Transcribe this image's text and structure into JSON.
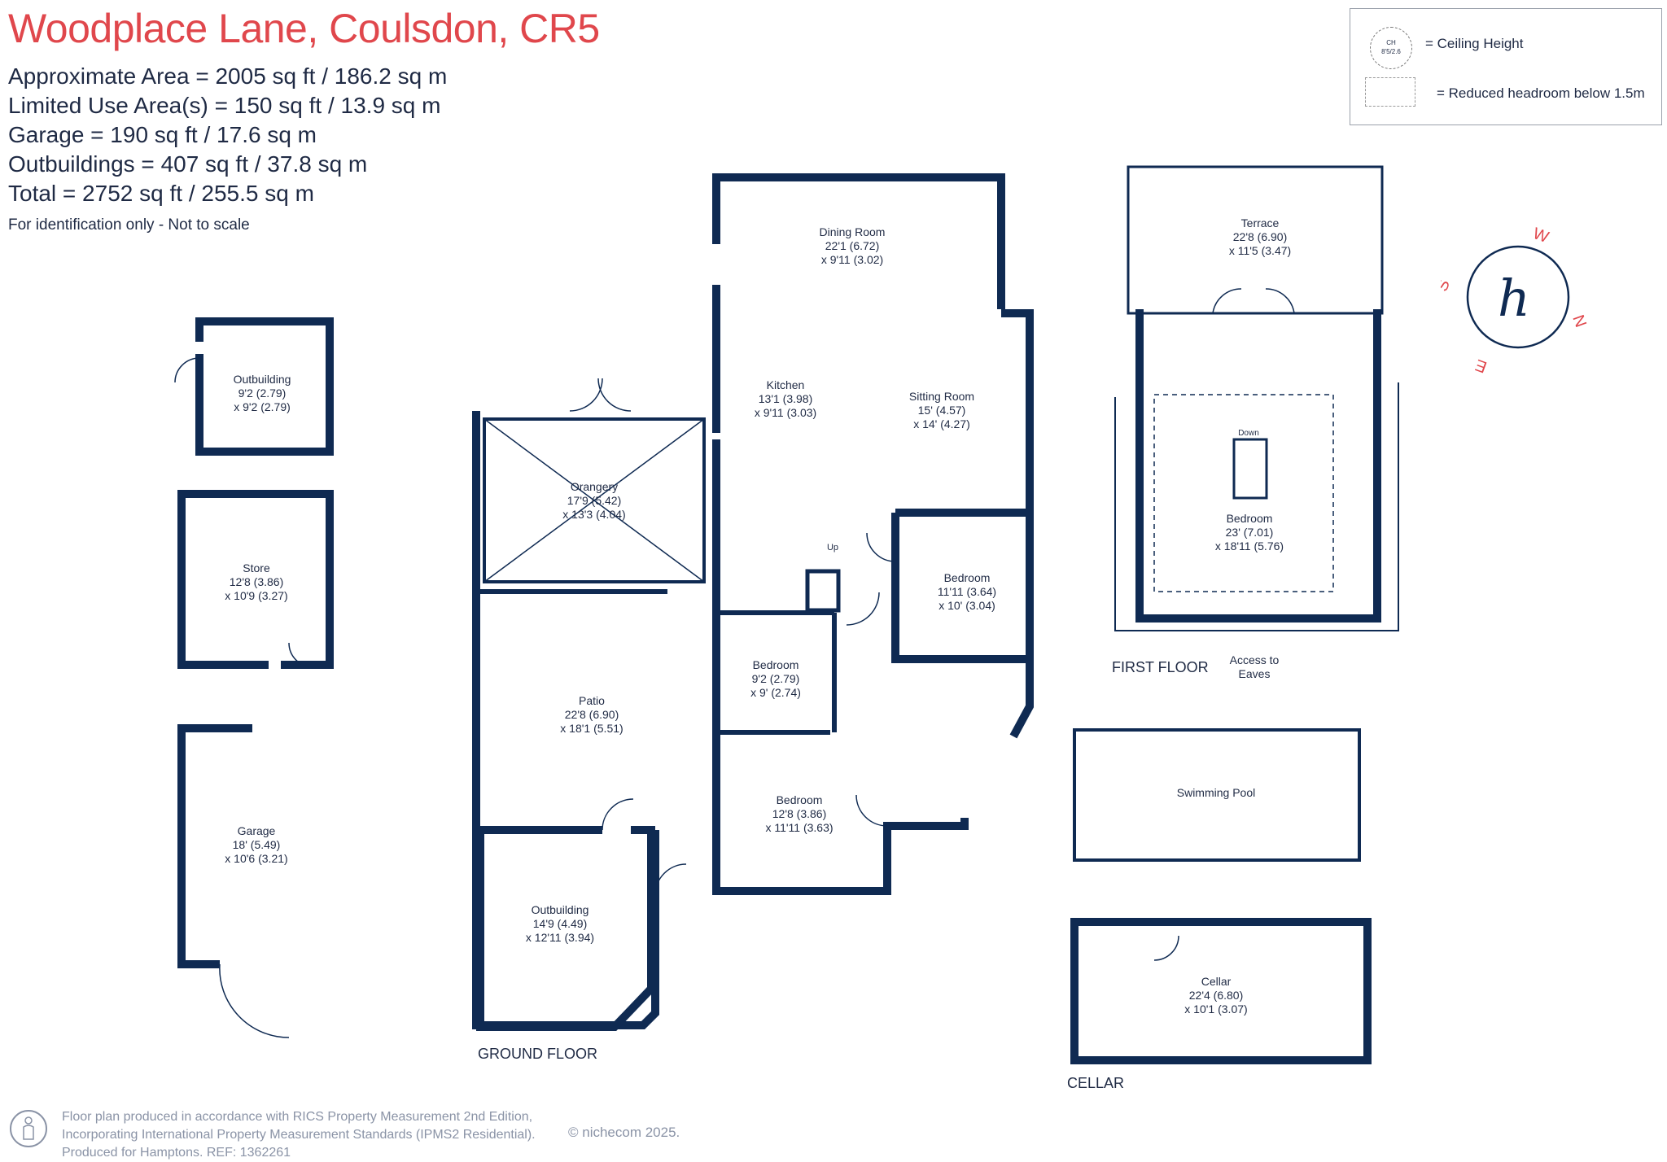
{
  "header": {
    "title": "Woodplace Lane, Coulsdon, CR5",
    "areas": [
      "Approximate Area = 2005 sq ft / 186.2 sq m",
      "Limited Use Area(s) = 150 sq ft / 13.9 sq m",
      "Garage = 190 sq ft / 17.6 sq m",
      "Outbuildings = 407 sq ft / 37.8 sq m",
      "Total = 2752 sq ft / 255.5 sq m"
    ],
    "note": "For identification only - Not to scale"
  },
  "legend": {
    "ceiling_badge": "CH\n8'5/2.6",
    "ceiling_label": "= Ceiling Height",
    "reduced_label": "= Reduced headroom below 1.5m"
  },
  "compass": {
    "center": "h",
    "n": "N",
    "e": "E",
    "s": "S",
    "w": "W"
  },
  "ground_floor": {
    "label": "GROUND FLOOR",
    "rooms": [
      {
        "name": "Dining Room",
        "w": "22'1 (6.72)",
        "d": "x 9'11 (3.02)"
      },
      {
        "name": "Kitchen",
        "w": "13'1 (3.98)",
        "d": "x 9'11 (3.03)"
      },
      {
        "name": "Sitting Room",
        "w": "15' (4.57)",
        "d": "x 14' (4.27)"
      },
      {
        "name": "Orangery",
        "w": "17'9 (5.42)",
        "d": "x 13'3 (4.04)"
      },
      {
        "name": "Bedroom",
        "w": "11'11 (3.64)",
        "d": "x 10' (3.04)"
      },
      {
        "name": "Bedroom",
        "w": "9'2 (2.79)",
        "d": "x 9' (2.74)"
      },
      {
        "name": "Bedroom",
        "w": "12'8 (3.86)",
        "d": "x 11'11 (3.63)"
      },
      {
        "name": "Patio",
        "w": "22'8 (6.90)",
        "d": "x 18'1 (5.51)"
      },
      {
        "name": "Outbuilding",
        "w": "14'9 (4.49)",
        "d": "x 12'11 (3.94)"
      }
    ],
    "stairs_label": "Up"
  },
  "outbuildings": [
    {
      "name": "Outbuilding",
      "w": "9'2 (2.79)",
      "d": "x 9'2 (2.79)"
    },
    {
      "name": "Store",
      "w": "12'8 (3.86)",
      "d": "x 10'9 (3.27)"
    },
    {
      "name": "Garage",
      "w": "18' (5.49)",
      "d": "x 10'6 (3.21)"
    }
  ],
  "first_floor": {
    "label": "FIRST FLOOR",
    "terrace": {
      "name": "Terrace",
      "w": "22'8 (6.90)",
      "d": "x 11'5 (3.47)"
    },
    "bedroom": {
      "name": "Bedroom",
      "w": "23' (7.01)",
      "d": "x 18'11 (5.76)"
    },
    "stairs_label": "Down",
    "eaves_line1": "Access to",
    "eaves_line2": "Eaves"
  },
  "pool": {
    "name": "Swimming Pool"
  },
  "cellar": {
    "label": "CELLAR",
    "room": {
      "name": "Cellar",
      "w": "22'4 (6.80)",
      "d": "x 10'1 (3.07)"
    }
  },
  "footer": {
    "lines": [
      "Floor plan produced in accordance with RICS Property Measurement 2nd Edition,",
      "Incorporating International Property Measurement Standards (IPMS2 Residential).",
      "Produced for Hamptons.   REF:  1362261"
    ],
    "brand": "© nichecom 2025."
  },
  "colors": {
    "wall": "#0f2a52",
    "title": "#e0474c",
    "compass": "#e0474c",
    "text": "#1f2a44",
    "footer": "#8a93a6"
  }
}
